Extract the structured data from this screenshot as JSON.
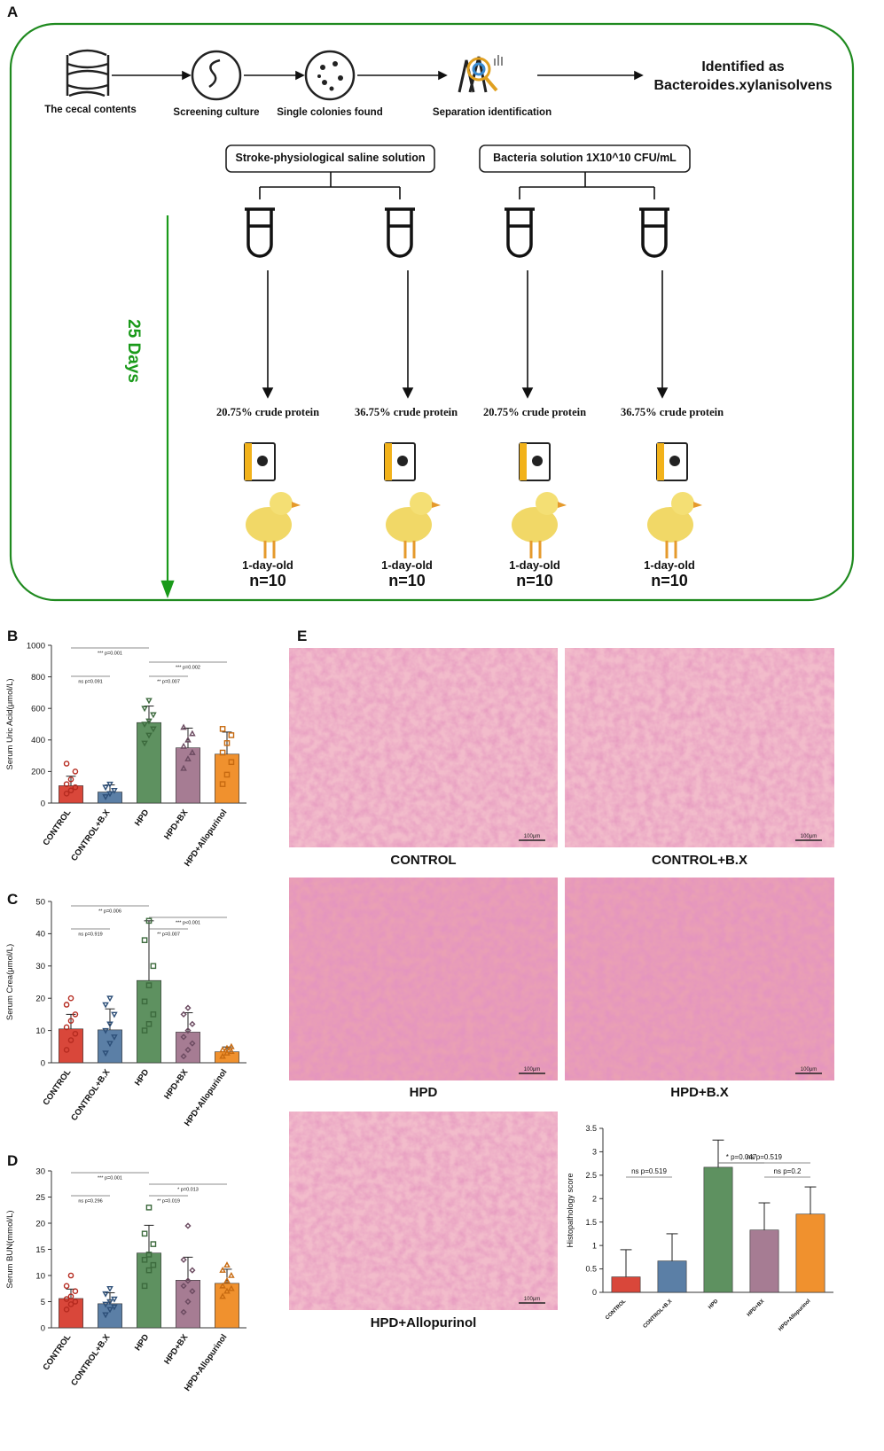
{
  "panel_letters": {
    "a": "A",
    "b": "B",
    "c": "C",
    "d": "D",
    "e": "E"
  },
  "workflow": {
    "steps": [
      "The cecal contents",
      "Screening culture",
      "Single colonies found",
      "Separation identification"
    ],
    "identified_line1": "Identified as",
    "identified_line2": "Bacteroides.xylanisolvens",
    "box_saline": "Stroke-physiological saline solution",
    "box_bacteria": "Bacteria solution 1X10^10 CFU/mL",
    "days_label": "25 Days",
    "groups": [
      {
        "protein": "20.75% crude protein",
        "age": "1-day-old",
        "n": "n=10"
      },
      {
        "protein": "36.75% crude protein",
        "age": "1-day-old",
        "n": "n=10"
      },
      {
        "protein": "20.75% crude protein",
        "age": "1-day-old",
        "n": "n=10"
      },
      {
        "protein": "36.75% crude protein",
        "age": "1-day-old",
        "n": "n=10"
      }
    ],
    "colors": {
      "frame": "#1f8a1f",
      "days": "#1a9a1a"
    }
  },
  "histology": {
    "labels": [
      "CONTROL",
      "CONTROL+B.X",
      "HPD",
      "HPD+B.X",
      "HPD+Allopurinol"
    ],
    "scalebar": "100μm"
  },
  "chart_data": [
    {
      "id": "B",
      "type": "bar",
      "ylabel": "Serum Uric Acid(μmol/L)",
      "ylim": [
        0,
        1000
      ],
      "yticks": [
        0,
        200,
        400,
        600,
        800,
        1000
      ],
      "categories": [
        "CONTROL",
        "CONTROL+B.X",
        "HPD",
        "HPD+BX",
        "HPD+Allopurinol"
      ],
      "values": [
        110,
        70,
        510,
        350,
        310
      ],
      "errors": [
        60,
        45,
        105,
        125,
        140
      ],
      "points": [
        [
          60,
          80,
          100,
          120,
          150,
          200,
          250
        ],
        [
          40,
          60,
          80,
          100,
          120
        ],
        [
          380,
          430,
          470,
          500,
          520,
          560,
          600,
          650
        ],
        [
          220,
          280,
          320,
          360,
          400,
          440,
          480
        ],
        [
          120,
          180,
          260,
          320,
          380,
          430,
          470
        ]
      ],
      "colors": [
        "#d9473a",
        "#5b7fa6",
        "#5e9160",
        "#a67c93",
        "#f0912e"
      ],
      "markers": [
        "circle",
        "triangle-down",
        "triangle-down",
        "triangle",
        "square"
      ],
      "annotations": [
        {
          "text": "ns p=0.091",
          "from": 0,
          "to": 1,
          "level": 0
        },
        {
          "text": "** p=0.007",
          "from": 2,
          "to": 3,
          "level": 0
        },
        {
          "text": "*** p=0.002",
          "from": 2,
          "to": 4,
          "level": 1
        },
        {
          "text": "*** p=0.001",
          "from": 0,
          "to": 2,
          "level": 2
        }
      ]
    },
    {
      "id": "C",
      "type": "bar",
      "ylabel": "Serum Crea(μmol/L)",
      "ylim": [
        0,
        50
      ],
      "yticks": [
        0,
        10,
        20,
        30,
        40,
        50
      ],
      "categories": [
        "CONTROL",
        "CONTROL+B.X",
        "HPD",
        "HPD+BX",
        "HPD+Allopurinol"
      ],
      "values": [
        10.5,
        10.2,
        25.5,
        9.5,
        3.4
      ],
      "errors": [
        4.5,
        6.5,
        18.5,
        6.0,
        1.5
      ],
      "points": [
        [
          4,
          7,
          9,
          11,
          13,
          15,
          18,
          20
        ],
        [
          3,
          6,
          8,
          10,
          12,
          15,
          18,
          20
        ],
        [
          10,
          12,
          15,
          19,
          24,
          30,
          38,
          44
        ],
        [
          2,
          4,
          6,
          8,
          10,
          12,
          15,
          17
        ],
        [
          2,
          3,
          3.5,
          4,
          4.5,
          5
        ]
      ],
      "colors": [
        "#d9473a",
        "#5b7fa6",
        "#5e9160",
        "#a67c93",
        "#f0912e"
      ],
      "markers": [
        "circle",
        "triangle-down",
        "square",
        "diamond",
        "triangle"
      ],
      "annotations": [
        {
          "text": "ns p=0.919",
          "from": 0,
          "to": 1,
          "level": 0
        },
        {
          "text": "** p=0.007",
          "from": 2,
          "to": 3,
          "level": 0
        },
        {
          "text": "*** p<0.001",
          "from": 2,
          "to": 4,
          "level": 1
        },
        {
          "text": "** p=0.006",
          "from": 0,
          "to": 2,
          "level": 2
        }
      ]
    },
    {
      "id": "D",
      "type": "bar",
      "ylabel": "Serum BUN(mmol/L)",
      "ylim": [
        0,
        30
      ],
      "yticks": [
        0,
        5,
        10,
        15,
        20,
        25,
        30
      ],
      "categories": [
        "CONTROL",
        "CONTROL+B.X",
        "HPD",
        "HPD+BX",
        "HPD+Allopurinol"
      ],
      "values": [
        5.6,
        4.6,
        14.3,
        9.1,
        8.5
      ],
      "errors": [
        1.8,
        2.1,
        5.3,
        4.4,
        2.7
      ],
      "points": [
        [
          3.5,
          4.5,
          5,
          5.5,
          6,
          7,
          8,
          10
        ],
        [
          2.5,
          3.5,
          4,
          4.5,
          5,
          5.5,
          6.5,
          7.5
        ],
        [
          8,
          11,
          12,
          13,
          14,
          16,
          18,
          23
        ],
        [
          3,
          5,
          7,
          8,
          9,
          11,
          13,
          19.5
        ],
        [
          6,
          7,
          7.5,
          8,
          9,
          10,
          11,
          12
        ]
      ],
      "colors": [
        "#d9473a",
        "#5b7fa6",
        "#5e9160",
        "#a67c93",
        "#f0912e"
      ],
      "markers": [
        "circle",
        "triangle-down",
        "square",
        "diamond",
        "triangle"
      ],
      "annotations": [
        {
          "text": "ns p=0.296",
          "from": 0,
          "to": 1,
          "level": 0
        },
        {
          "text": "** p=0.019",
          "from": 2,
          "to": 3,
          "level": 0
        },
        {
          "text": "* p=0.013",
          "from": 2,
          "to": 4,
          "level": 1
        },
        {
          "text": "*** p=0.001",
          "from": 0,
          "to": 2,
          "level": 2
        }
      ]
    },
    {
      "id": "E-score",
      "type": "bar",
      "ylabel": "Histopathology score",
      "ylim": [
        0,
        3.5
      ],
      "yticks": [
        0.0,
        0.5,
        1.0,
        1.5,
        2.0,
        2.5,
        3.0,
        3.5
      ],
      "categories": [
        "CONTROL",
        "CONTROL+B.X",
        "HPD",
        "HPD+BX",
        "HPD+Allopurinol"
      ],
      "values": [
        0.33,
        0.67,
        2.67,
        1.33,
        1.67
      ],
      "errors": [
        0.58,
        0.58,
        0.58,
        0.58,
        0.58
      ],
      "colors": [
        "#d9473a",
        "#5b7fa6",
        "#5e9160",
        "#a67c93",
        "#f0912e"
      ],
      "annotations": [
        {
          "text": "ns p=0.519",
          "from": 0,
          "to": 1,
          "level": 0
        },
        {
          "text": "ns p=0.2",
          "from": 3,
          "to": 4,
          "level": 0
        },
        {
          "text": "* p=0.047",
          "from": 2,
          "to": 3,
          "level": 1
        },
        {
          "text": "ns p=0.519",
          "from": 2,
          "to": 4,
          "level": 1
        }
      ]
    }
  ]
}
